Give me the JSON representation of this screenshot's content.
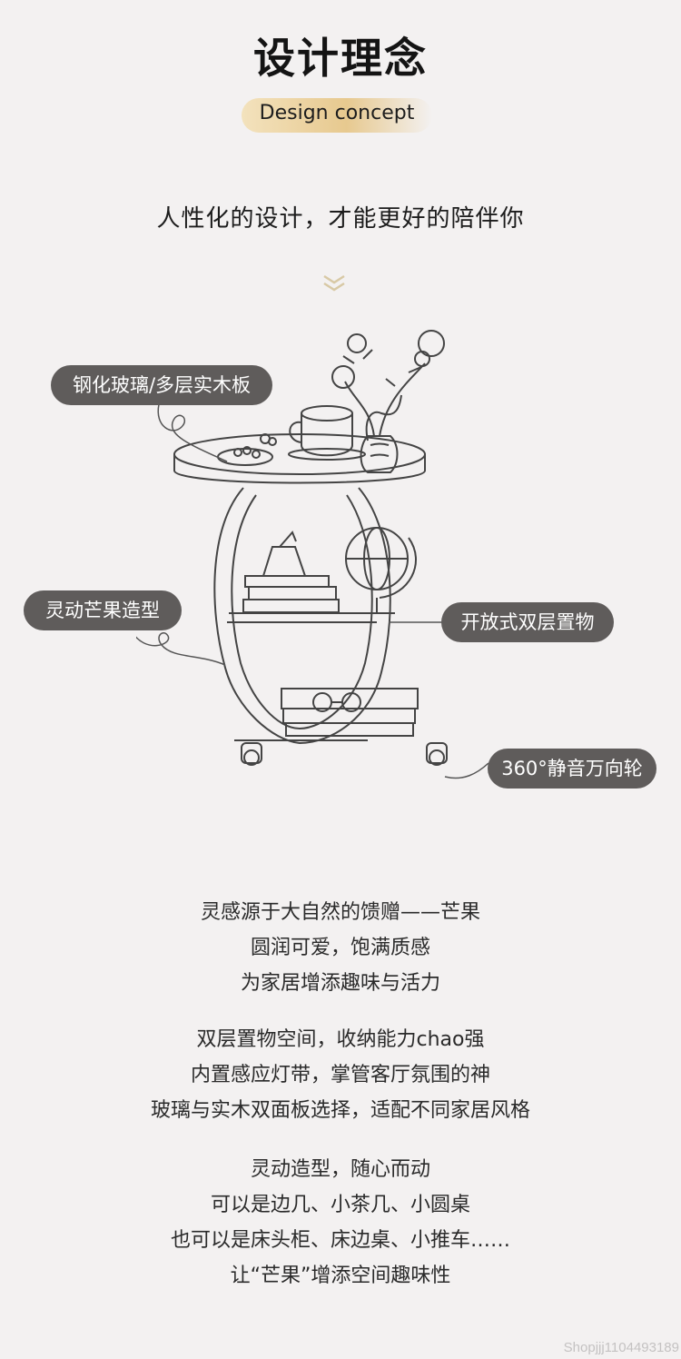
{
  "header": {
    "title": "设计理念",
    "subtitle": "Design concept",
    "tagline": "人性化的设计，才能更好的陪伴你"
  },
  "callouts": {
    "glass": "钢化玻璃/多层实木板",
    "mango": "灵动芒果造型",
    "shelf": "开放式双层置物",
    "wheel": "360°静音万向轮"
  },
  "paragraphs": [
    [
      "灵感源于大自然的馈赠——芒果",
      "圆润可爱，饱满质感",
      "为家居增添趣味与活力"
    ],
    [
      "双层置物空间，收纳能力chao强",
      "内置感应灯带，掌管客厅氛围的神",
      "玻璃与实木双面板选择，适配不同家居风格"
    ],
    [
      "灵动造型，随心而动",
      "可以是边几、小茶几、小圆桌",
      "也可以是床头柜、床边桌、小推车……",
      "让“芒果”增添空间趣味性"
    ]
  ],
  "watermark": "Shopjjj1104493189",
  "colors": {
    "pill": "#5f5c5b",
    "accent_gold": "#e7c98f",
    "background": "#f3f1f1"
  }
}
